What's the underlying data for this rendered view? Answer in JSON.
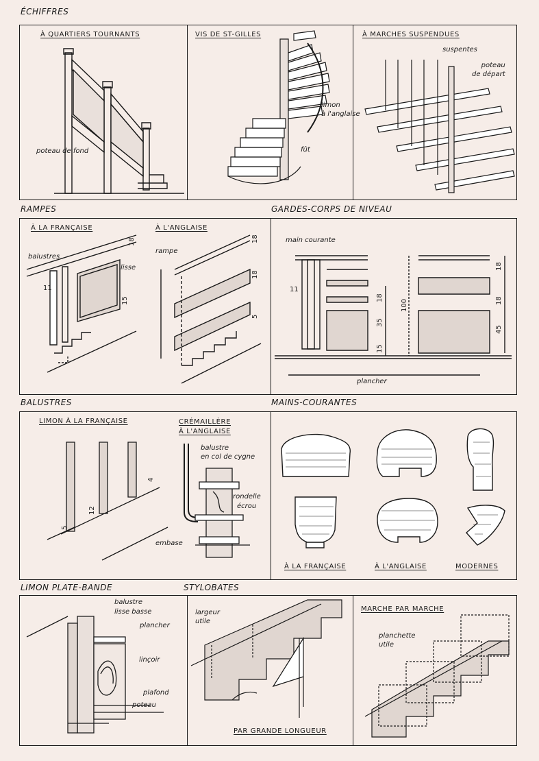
{
  "sections": {
    "echiffres": "ÉCHIFFRES",
    "rampes": "RAMPES",
    "gardes_corps": "GARDES-CORPS DE NIVEAU",
    "balustres": "BALUSTRES",
    "mains_courantes": "MAINS-COURANTES",
    "limon_plate_bande": "LIMON PLATE-BANDE",
    "stylobates": "STYLOBATES"
  },
  "echiffres": {
    "quartiers_title": "À QUARTIERS TOURNANTS",
    "poteau_de_fond": "poteau de fond",
    "vis_title": "VIS DE ST-GILLES",
    "limon_a_l_anglaise": [
      "limon",
      "à l'anglaise"
    ],
    "fut": "fût",
    "suspendues_title": "À MARCHES SUSPENDUES",
    "suspentes": "suspentes",
    "poteau_de_depart": [
      "poteau",
      "de départ"
    ]
  },
  "rampes": {
    "francaise_title": "À LA FRANÇAISE",
    "anglaise_title": "À L'ANGLAISE",
    "balustres": "balustres",
    "lisse": "lisse",
    "rampe": "rampe",
    "dims_fr": [
      "18",
      "11",
      "15"
    ],
    "dims_en": [
      "18",
      "18",
      "5"
    ]
  },
  "gardes_corps": {
    "main_courante": "main courante",
    "plancher": "plancher",
    "dims_left": [
      "11",
      "18",
      "35",
      "15",
      "100"
    ],
    "dims_right": [
      "18",
      "18",
      "45"
    ]
  },
  "balustres": {
    "limon_title": "LIMON À LA FRANÇAISE",
    "cremaillere_title": [
      "CRÉMAILLÈRE",
      "À L'ANGLAISE"
    ],
    "dims": [
      "4",
      "12",
      "5"
    ],
    "balustre_col": [
      "balustre",
      "en col de cygne"
    ],
    "rondelle": "rondelle",
    "ecrou": "écrou",
    "embase": "embase"
  },
  "mains_courantes": {
    "francaise": "À LA FRANÇAISE",
    "anglaise": "À L'ANGLAISE",
    "modernes": "MODERNES"
  },
  "limon_plate_bande": {
    "balustre": "balustre",
    "lisse_basse": "lisse basse",
    "plancher": "plancher",
    "lincoir": "linçoir",
    "plafond": "plafond",
    "poteau": "poteau"
  },
  "stylobates": {
    "largeur_utile": [
      "largeur",
      "utile"
    ],
    "par_grande_longueur": "PAR GRANDE LONGUEUR",
    "marche_title": "MARCHE PAR MARCHE",
    "planchette_utile": [
      "planchette",
      "utile"
    ]
  }
}
